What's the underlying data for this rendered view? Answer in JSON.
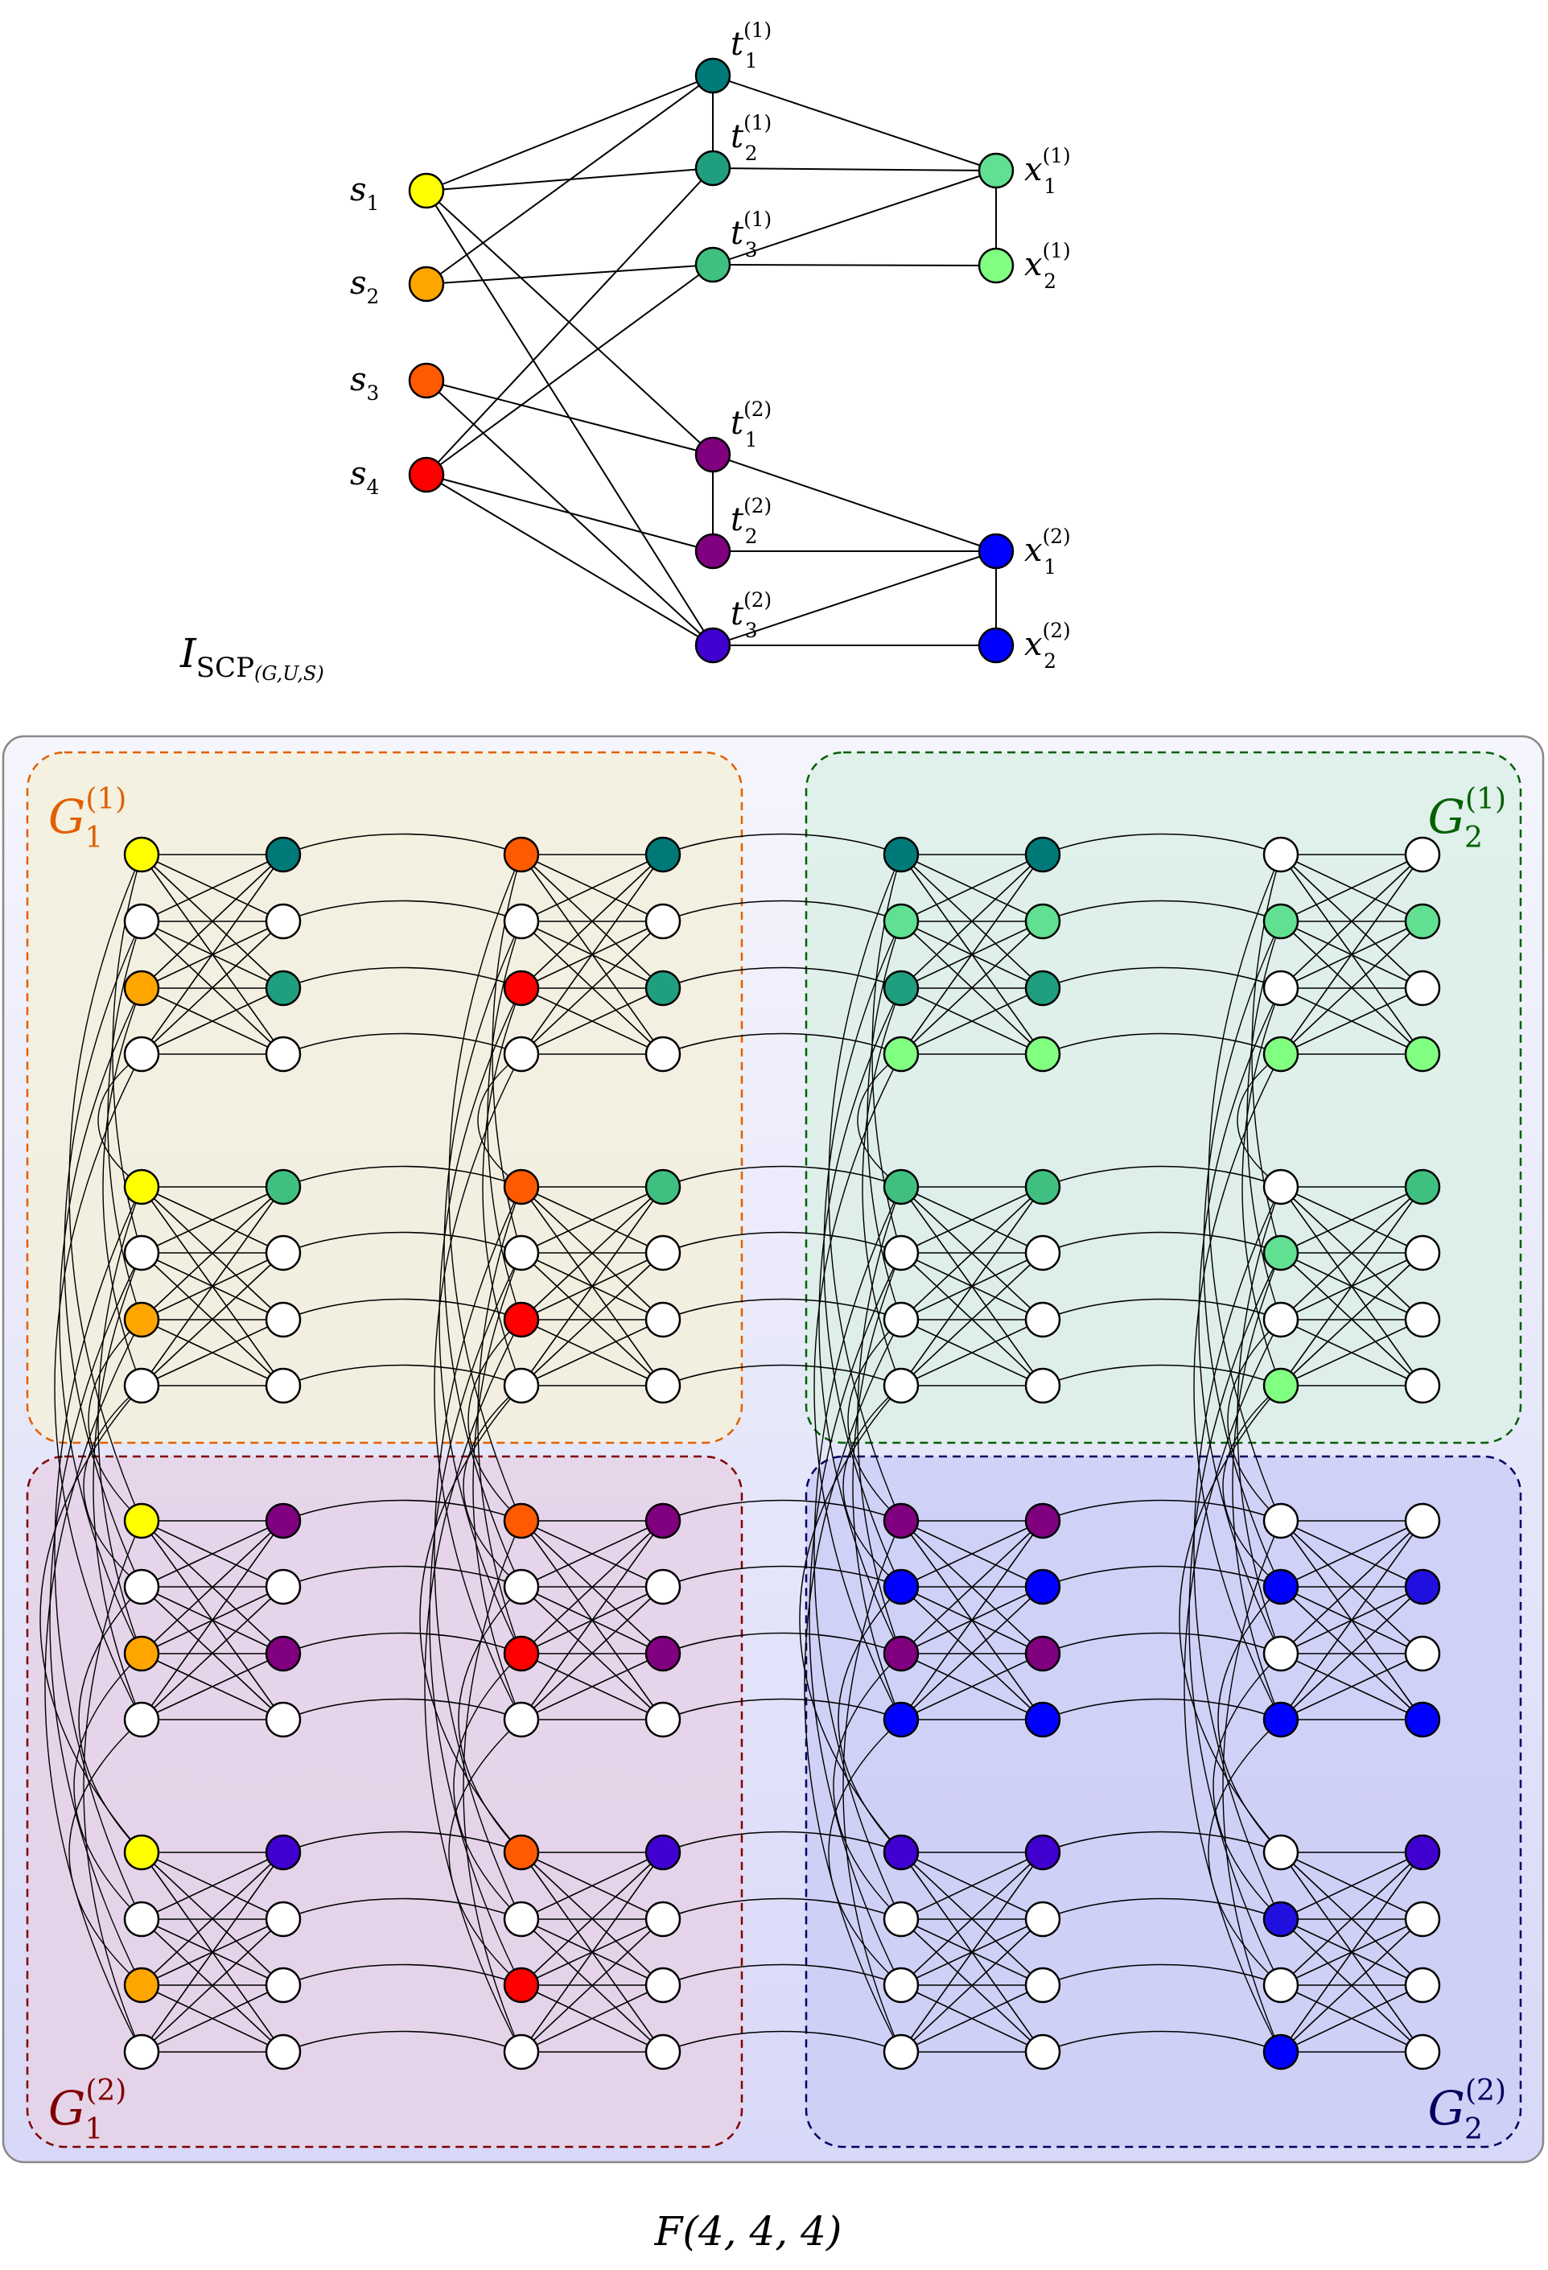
{
  "colors": {
    "yellow": "#ffff00",
    "orange": "#ffa500",
    "orange_red": "#ff5a00",
    "red": "#ff0000",
    "teal_dark": "#007a78",
    "teal_mid": "#209e80",
    "green_mid": "#40c080",
    "green_light": "#60e090",
    "green_pale": "#80ff80",
    "purple": "#800080",
    "purple_blue": "#4000d0",
    "indigo": "#2010e0",
    "blue": "#0000ff",
    "white": "#ffffff",
    "frame_orange": "#e06000",
    "frame_green": "#006000",
    "frame_maroon": "#800000",
    "frame_navy": "#000060"
  },
  "top_graph": {
    "caption": {
      "main": "I",
      "sub": "SCP",
      "args": "(G,U,S)"
    },
    "sources": [
      {
        "name": "s",
        "index": "1",
        "color": "yellow"
      },
      {
        "name": "s",
        "index": "2",
        "color": "orange"
      },
      {
        "name": "s",
        "index": "3",
        "color": "orange_red"
      },
      {
        "name": "s",
        "index": "4",
        "color": "red"
      }
    ],
    "gadgets": [
      {
        "t_nodes": [
          {
            "name": "t",
            "index": "1",
            "super": "(1)",
            "color": "teal_dark"
          },
          {
            "name": "t",
            "index": "2",
            "super": "(1)",
            "color": "teal_mid"
          },
          {
            "name": "t",
            "index": "3",
            "super": "(1)",
            "color": "green_mid"
          }
        ],
        "x_nodes": [
          {
            "name": "x",
            "index": "1",
            "super": "(1)",
            "color": "green_light"
          },
          {
            "name": "x",
            "index": "2",
            "super": "(1)",
            "color": "green_pale"
          }
        ]
      },
      {
        "t_nodes": [
          {
            "name": "t",
            "index": "1",
            "super": "(2)",
            "color": "purple"
          },
          {
            "name": "t",
            "index": "2",
            "super": "(2)",
            "color": "purple"
          },
          {
            "name": "t",
            "index": "3",
            "super": "(2)",
            "color": "purple_blue"
          }
        ],
        "x_nodes": [
          {
            "name": "x",
            "index": "1",
            "super": "(2)",
            "color": "blue"
          },
          {
            "name": "x",
            "index": "2",
            "super": "(2)",
            "color": "blue"
          }
        ]
      }
    ]
  },
  "bottom_graph": {
    "caption": "F(4, 4, 4)",
    "regions": [
      {
        "name": "G",
        "index": "1",
        "super": "(1)",
        "color": "frame_orange",
        "fill": "#f3f0dc"
      },
      {
        "name": "G",
        "index": "2",
        "super": "(1)",
        "color": "frame_green",
        "fill": "#dcefe6"
      },
      {
        "name": "G",
        "index": "1",
        "super": "(2)",
        "color": "frame_maroon",
        "fill": "#e6d2e6"
      },
      {
        "name": "G",
        "index": "2",
        "super": "(2)",
        "color": "frame_navy",
        "fill": "#cccef6"
      }
    ],
    "column_colors": [
      [
        [
          "yellow",
          "white",
          "orange",
          "white"
        ],
        [
          "yellow",
          "white",
          "orange",
          "white"
        ],
        [
          "yellow",
          "white",
          "orange",
          "white"
        ],
        [
          "yellow",
          "white",
          "orange",
          "white"
        ]
      ],
      [
        [
          "teal_dark",
          "white",
          "teal_mid",
          "white"
        ],
        [
          "green_mid",
          "white",
          "white",
          "white"
        ],
        [
          "purple",
          "white",
          "purple",
          "white"
        ],
        [
          "purple_blue",
          "white",
          "white",
          "white"
        ]
      ],
      [
        [
          "orange_red",
          "white",
          "red",
          "white"
        ],
        [
          "orange_red",
          "white",
          "red",
          "white"
        ],
        [
          "orange_red",
          "white",
          "red",
          "white"
        ],
        [
          "orange_red",
          "white",
          "red",
          "white"
        ]
      ],
      [
        [
          "teal_dark",
          "white",
          "teal_mid",
          "white"
        ],
        [
          "green_mid",
          "white",
          "white",
          "white"
        ],
        [
          "purple",
          "white",
          "purple",
          "white"
        ],
        [
          "purple_blue",
          "white",
          "white",
          "white"
        ]
      ],
      [
        [
          "teal_dark",
          "green_light",
          "teal_mid",
          "green_pale"
        ],
        [
          "green_mid",
          "white",
          "white",
          "white"
        ],
        [
          "purple",
          "blue",
          "purple",
          "blue"
        ],
        [
          "purple_blue",
          "white",
          "white",
          "white"
        ]
      ],
      [
        [
          "teal_dark",
          "green_light",
          "teal_mid",
          "green_pale"
        ],
        [
          "green_mid",
          "white",
          "white",
          "white"
        ],
        [
          "purple",
          "blue",
          "purple",
          "blue"
        ],
        [
          "purple_blue",
          "white",
          "white",
          "white"
        ]
      ],
      [
        [
          "white",
          "green_light",
          "white",
          "green_pale"
        ],
        [
          "white",
          "green_light",
          "white",
          "green_pale"
        ],
        [
          "white",
          "blue",
          "white",
          "blue"
        ],
        [
          "white",
          "indigo",
          "white",
          "blue"
        ]
      ],
      [
        [
          "white",
          "green_light",
          "white",
          "green_pale"
        ],
        [
          "green_mid",
          "white",
          "white",
          "white"
        ],
        [
          "white",
          "indigo",
          "white",
          "blue"
        ],
        [
          "purple_blue",
          "white",
          "white",
          "white"
        ]
      ]
    ]
  }
}
